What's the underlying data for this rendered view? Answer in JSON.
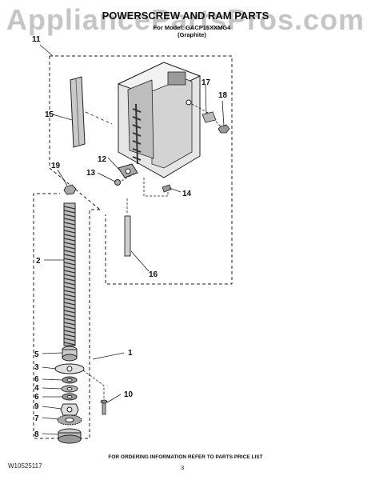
{
  "watermark": "AppliancePartsPros.com",
  "title": "POWERSCREW AND RAM PARTS",
  "model_line_1": "For Model: GACP15XXMG4",
  "model_line_2": "(Graphite)",
  "callouts": {
    "c11": "11",
    "c15": "15",
    "c17": "17",
    "c18": "18",
    "c12": "12",
    "c13": "13",
    "c14": "14",
    "c19": "19",
    "c16": "16",
    "c2": "2",
    "c1": "1",
    "c5": "5",
    "c3": "3",
    "c6a": "6",
    "c4": "4",
    "c6b": "6",
    "c9": "9",
    "c7": "7",
    "c8": "8",
    "c10": "10"
  },
  "footer_note": "FOR ORDERING INFORMATION REFER TO PARTS PRICE LIST",
  "doc_number": "W10525117",
  "page_number": "3",
  "colors": {
    "ink": "#1a1a1a",
    "part_fill": "#d8d8d8",
    "part_dark": "#8a8a8a",
    "watermark": "#969696"
  }
}
